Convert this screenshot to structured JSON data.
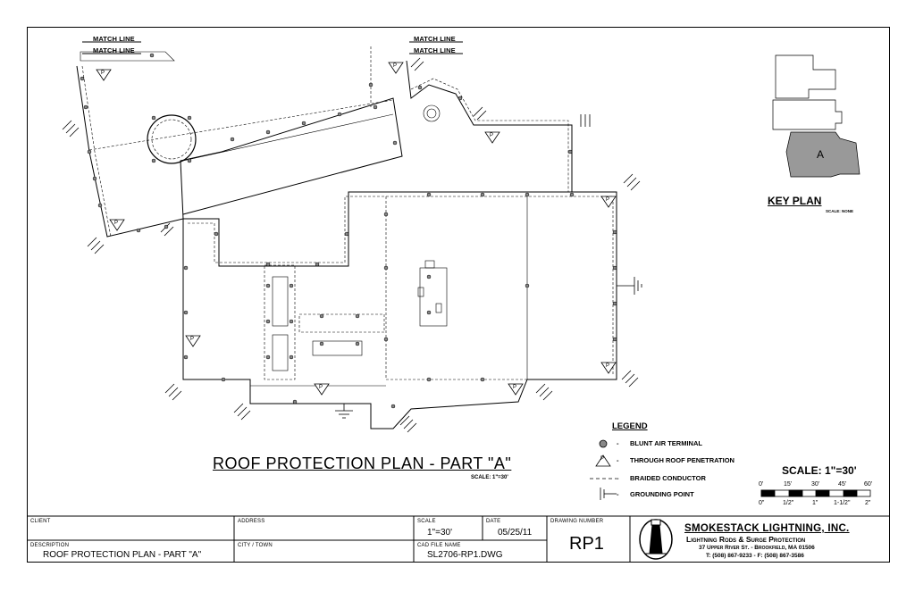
{
  "match_lines": [
    "MATCH LINE",
    "MATCH LINE",
    "MATCH LINE",
    "MATCH LINE"
  ],
  "penetration_symbol": "P",
  "plan": {
    "title": "ROOF PROTECTION PLAN  -  PART \"A\"",
    "scale_note": "SCALE: 1\"=30'"
  },
  "key_plan": {
    "title": "KEY PLAN",
    "scale_note": "SCALE: NONE",
    "highlight_label": "A"
  },
  "legend": {
    "title": "LEGEND",
    "items": [
      {
        "symbol": "air-terminal",
        "label": "BLUNT AIR TERMINAL"
      },
      {
        "symbol": "roof-penetration",
        "label": "THROUGH ROOF PENETRATION"
      },
      {
        "symbol": "conductor",
        "label": "BRAIDED CONDUCTOR"
      },
      {
        "symbol": "ground",
        "label": "GROUNDING POINT"
      }
    ],
    "dash": "-"
  },
  "scale_bar": {
    "title": "SCALE: 1\"=30'",
    "top_ticks": [
      "0'",
      "15'",
      "30'",
      "45'",
      "60'"
    ],
    "bottom_ticks": [
      "0\"",
      "1/2\"",
      "1\"",
      "1-1/2\"",
      "2\""
    ]
  },
  "title_block": {
    "client_label": "CLIENT",
    "client_value": "",
    "address_label": "ADDRESS",
    "address_value": "",
    "scale_label": "SCALE",
    "scale_value": "1\"=30'",
    "date_label": "DATE",
    "date_value": "05/25/11",
    "drawing_number_label": "DRAWING NUMBER",
    "drawing_number_value": "RP1",
    "description_label": "DESCRIPTION",
    "description_value": "ROOF PROTECTION PLAN  -  PART \"A\"",
    "city_label": "CITY / TOWN",
    "city_value": "",
    "cad_label": "CAD FILE NAME",
    "cad_value": "SL2706-RP1.DWG"
  },
  "company": {
    "name": "SMOKESTACK LIGHTNING, INC.",
    "tagline": "Lightning Rods & Surge Protection",
    "address": "37 Upper River St. - Brookfield, MA 01506",
    "phone": "T: (508) 867-9233 - F: (508) 867-3586"
  }
}
